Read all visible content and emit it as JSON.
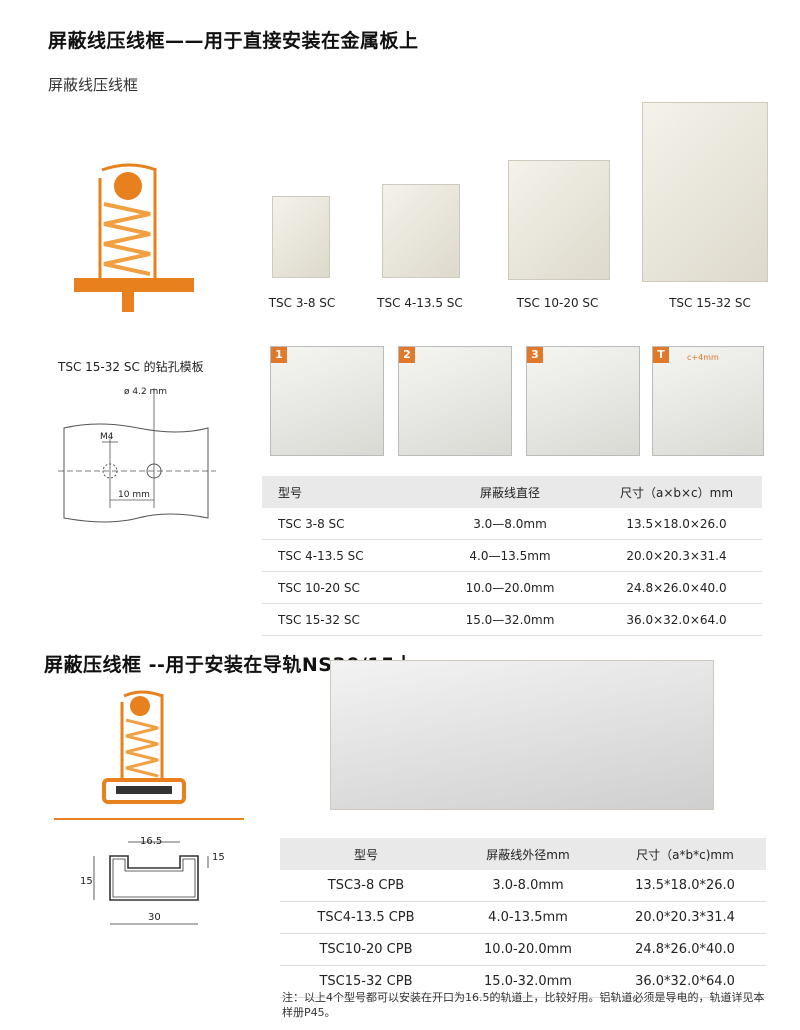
{
  "section1": {
    "title": "屏蔽线压线框——用于直接安装在金属板上",
    "subtitle": "屏蔽线压线框",
    "products": [
      "TSC 3-8 SC",
      "TSC 4-13.5 SC",
      "TSC 10-20 SC",
      "TSC 15-32 SC"
    ],
    "template_title": "TSC 15-32 SC 的钻孔模板",
    "drawing": {
      "diam": "ø 4.2 mm",
      "thread": "M4",
      "spacing": "10 mm"
    },
    "steps": [
      "1",
      "2",
      "3",
      "T"
    ],
    "step_t_label": "c+4mm",
    "table": {
      "headers": [
        "型号",
        "屏蔽线直径",
        "尺寸（a×b×c）mm"
      ],
      "rows": [
        [
          "TSC 3-8 SC",
          "3.0—8.0mm",
          "13.5×18.0×26.0"
        ],
        [
          "TSC 4-13.5 SC",
          "4.0—13.5mm",
          "20.0×20.3×31.4"
        ],
        [
          "TSC 10-20 SC",
          "10.0—20.0mm",
          "24.8×26.0×40.0"
        ],
        [
          "TSC 15-32 SC",
          "15.0—32.0mm",
          "36.0×32.0×64.0"
        ]
      ]
    }
  },
  "section2": {
    "title": "屏蔽压线框 --用于安装在导轨NS30/15上",
    "rail_dims": {
      "top": "16.5",
      "right": "15",
      "left": "15",
      "bottom": "30"
    },
    "table": {
      "headers": [
        "型号",
        "屏蔽线外径mm",
        "尺寸（a*b*c)mm"
      ],
      "rows": [
        [
          "TSC3-8 CPB",
          "3.0-8.0mm",
          "13.5*18.0*26.0"
        ],
        [
          "TSC4-13.5 CPB",
          "4.0-13.5mm",
          "20.0*20.3*31.4"
        ],
        [
          "TSC10-20 CPB",
          "10.0-20.0mm",
          "24.8*26.0*40.0"
        ],
        [
          "TSC15-32 CPB",
          "15.0-32.0mm",
          "36.0*32.0*64.0"
        ]
      ]
    },
    "note": "注：以上4个型号都可以安装在开口为16.5的轨道上，比较好用。铝轨道必须是导电的，轨道详见本样册P45。"
  },
  "colors": {
    "accent": "#e8801e",
    "spring": "#f0a040",
    "header_bg": "#e9e9e9"
  }
}
